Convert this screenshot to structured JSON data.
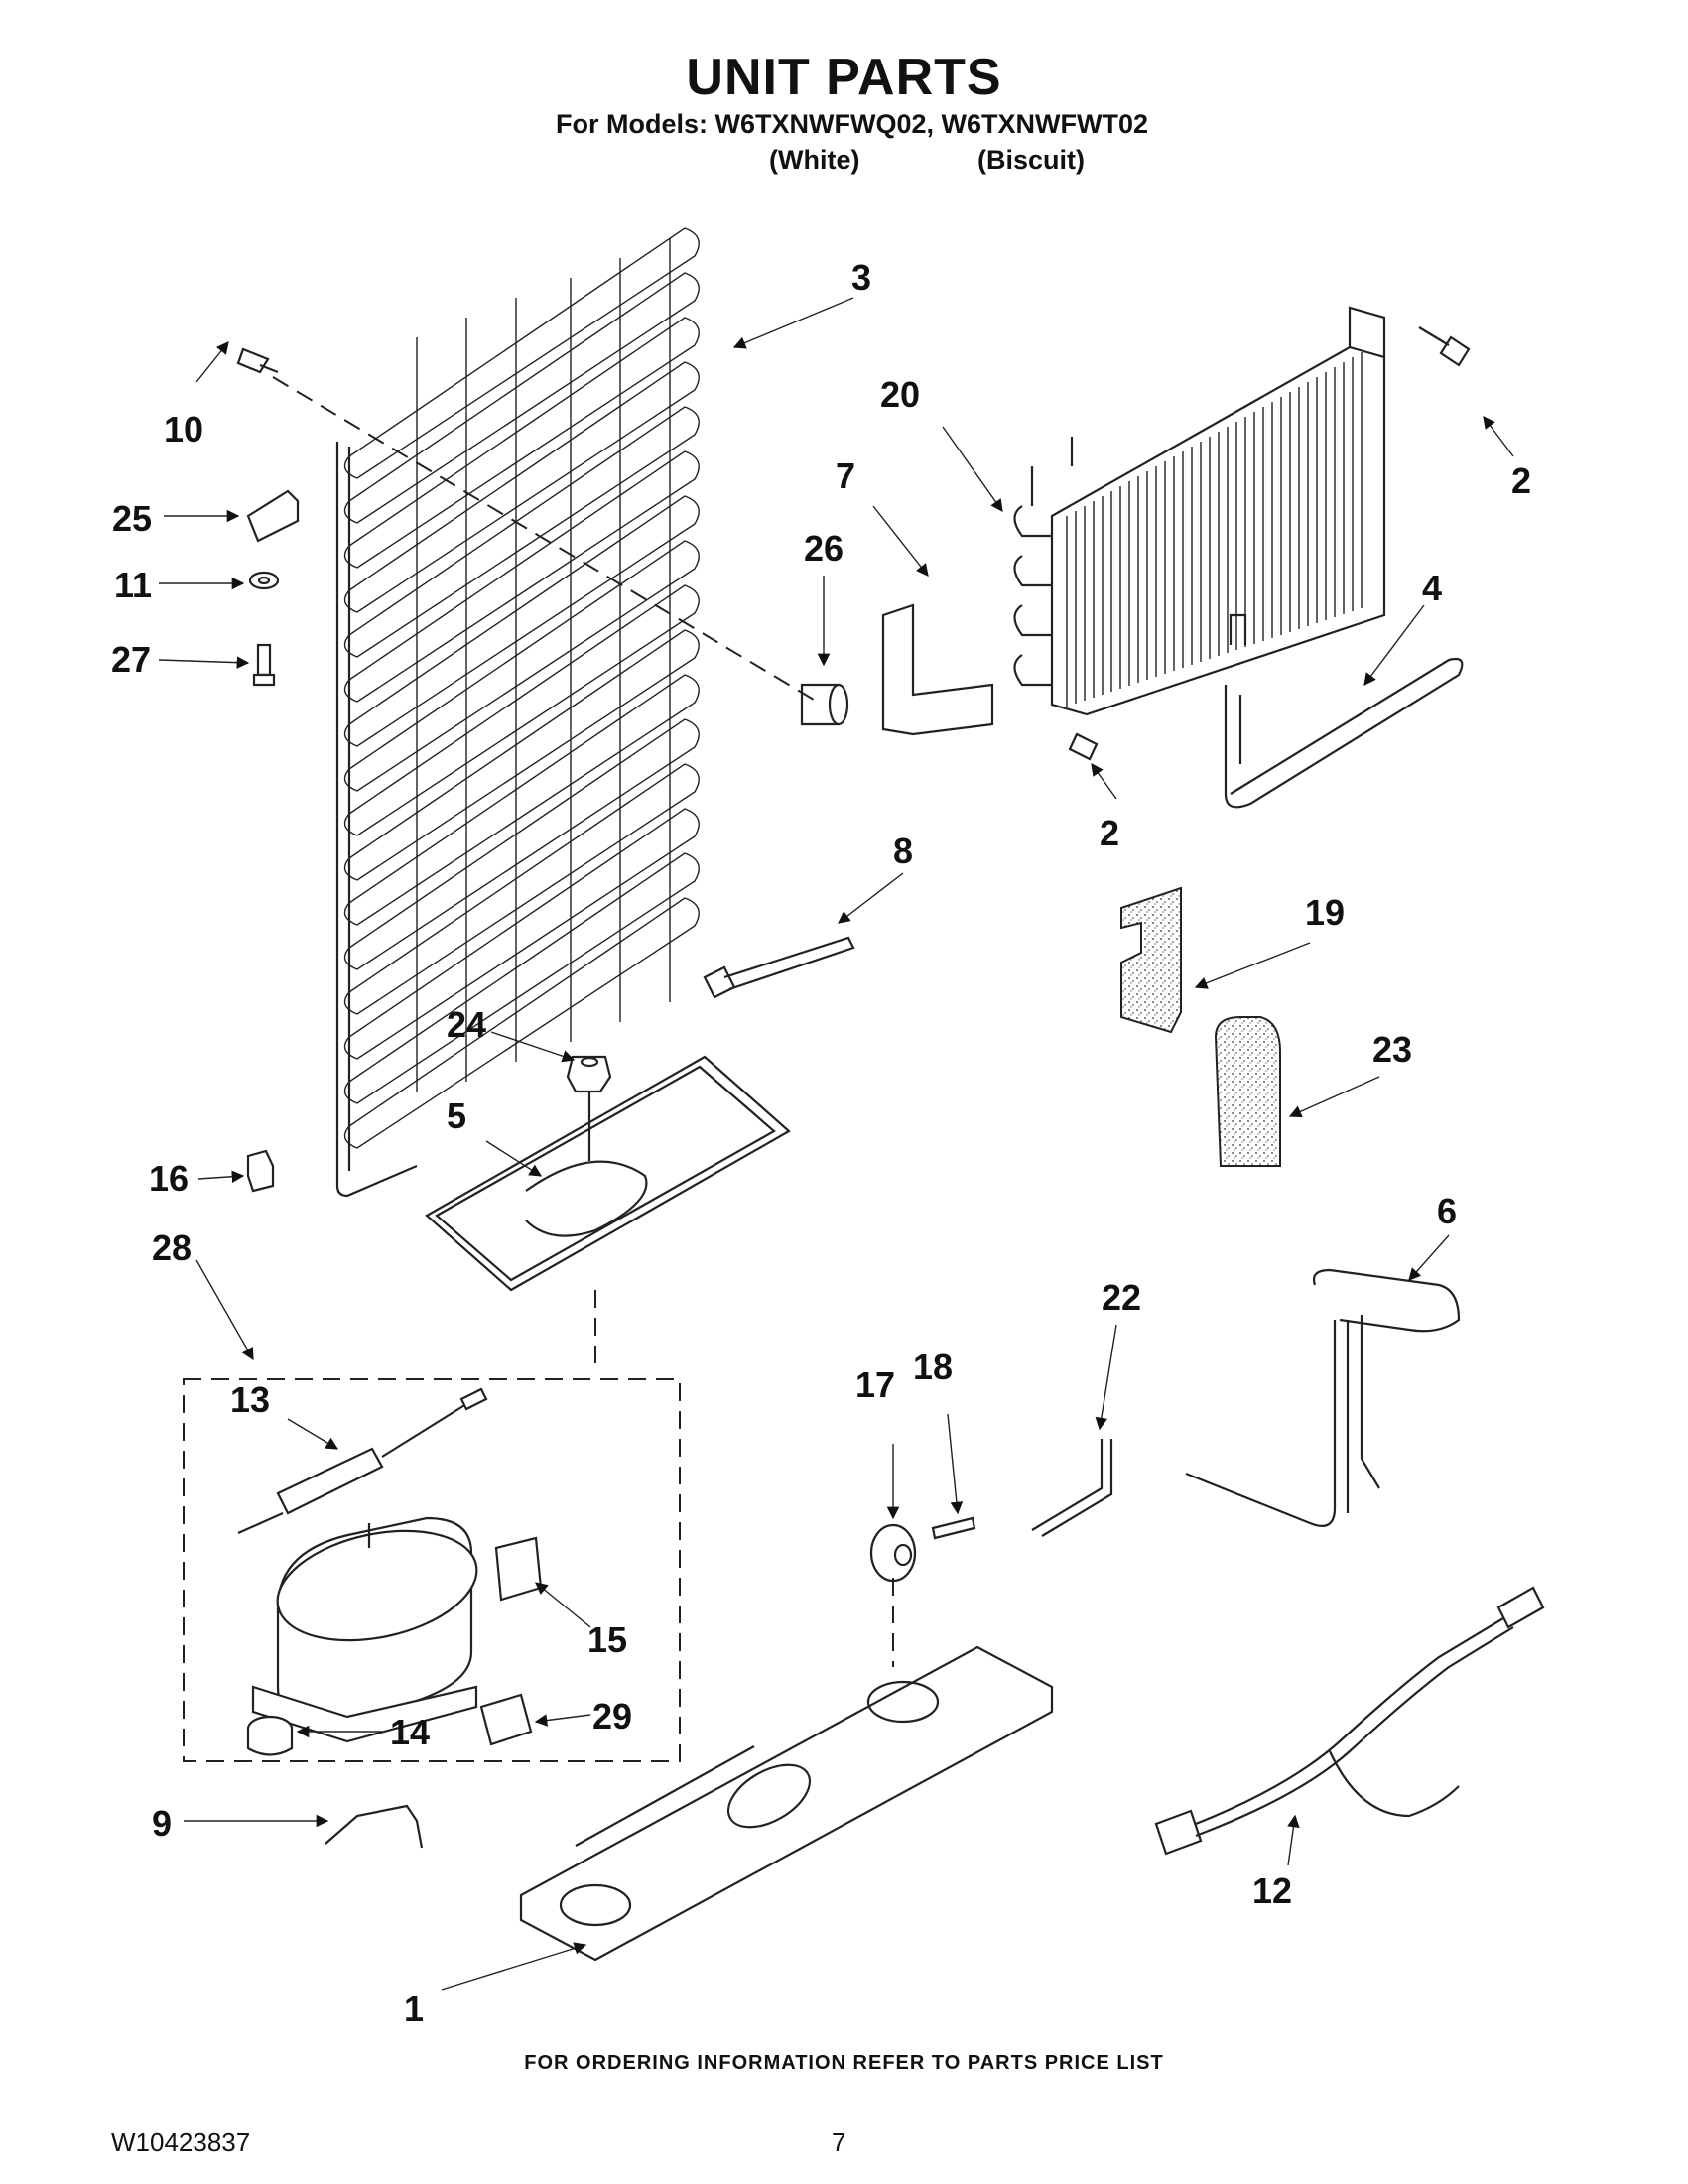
{
  "header": {
    "title": "UNIT PARTS",
    "models_line": "For Models: W6TXNWFWQ02, W6TXNWFWT02",
    "variant_white": "(White)",
    "variant_biscuit": "(Biscuit)"
  },
  "callouts": {
    "c1": "1",
    "c2a": "2",
    "c2b": "2",
    "c3": "3",
    "c4": "4",
    "c5": "5",
    "c6": "6",
    "c7": "7",
    "c8": "8",
    "c9": "9",
    "c10": "10",
    "c11": "11",
    "c12": "12",
    "c13": "13",
    "c14": "14",
    "c15": "15",
    "c16": "16",
    "c17": "17",
    "c18": "18",
    "c19": "19",
    "c20": "20",
    "c22": "22",
    "c23": "23",
    "c24": "24",
    "c25": "25",
    "c26": "26",
    "c27": "27",
    "c28": "28",
    "c29": "29"
  },
  "footer": {
    "ordering_note": "FOR ORDERING INFORMATION REFER TO PARTS PRICE LIST",
    "document_number": "W10423837",
    "page_number": "7"
  }
}
